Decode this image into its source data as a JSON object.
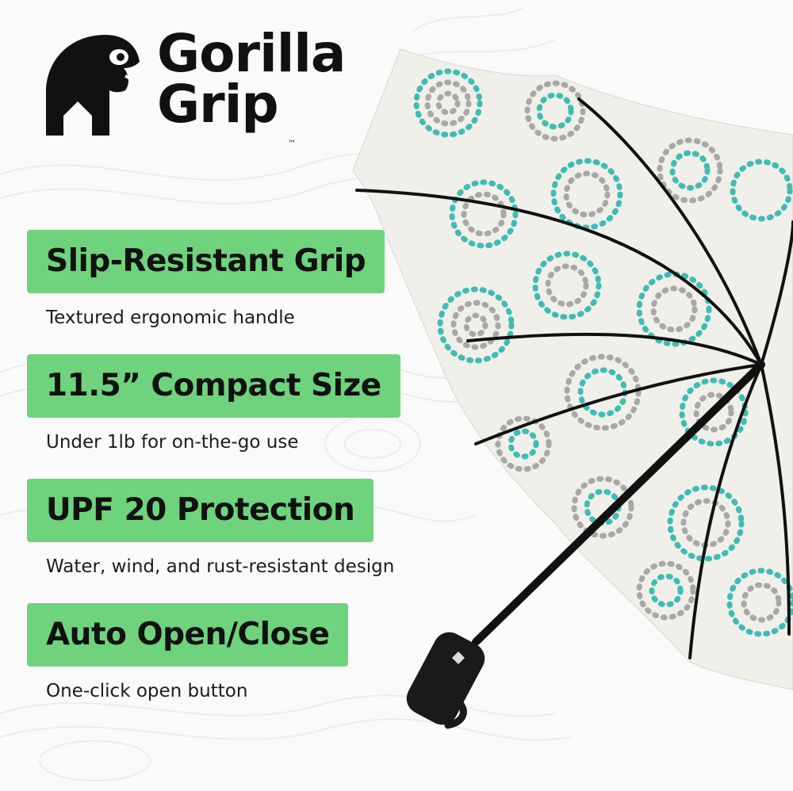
{
  "brand": {
    "name_line1": "Gorilla",
    "name_line2": "Grip",
    "trademark": "™",
    "logo_icon": "gorilla-icon"
  },
  "features": [
    {
      "title": "Slip-Resistant Grip",
      "description": "Textured ergonomic handle"
    },
    {
      "title": "11.5” Compact Size",
      "description": "Under 1lb for on-the-go use"
    },
    {
      "title": "UPF 20 Protection",
      "description": "Water, wind, and rust-resistant design"
    },
    {
      "title": "Auto Open/Close",
      "description": "One-click open button"
    }
  ],
  "colors": {
    "accent_green": "#6fd37e",
    "canopy": "#f1efe9",
    "teal_dots": "#3fbcb4",
    "gray_dots": "#a8a8a8"
  }
}
